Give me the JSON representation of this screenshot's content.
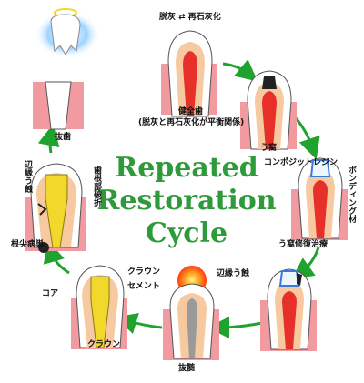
{
  "title": {
    "line1": "Repeated",
    "line2": "Restoration",
    "line3": "Cycle"
  },
  "top": {
    "caption": "脱灰 ⇄ 再石灰化",
    "healthy": "健全歯",
    "healthy_sub": "(脱灰と再石灰化が平衡関係)"
  },
  "stage_caries": "う窩",
  "stage_resin": {
    "material": "コンポジットレジン",
    "bonding": "ボンディング材",
    "caption": "う窩修復治療"
  },
  "stage_marginal": "辺縁う蝕",
  "stage_pulp": "抜髄",
  "stage_crown": {
    "crown": "クラウン",
    "cement": "セメント",
    "core": "コア",
    "caption": "クラウン"
  },
  "stage_root": {
    "marginal": "辺縁う蝕",
    "fracture": "歯根部破折",
    "lesion": "根尖病巣"
  },
  "stage_extract": "抜歯",
  "colors": {
    "arrow": "#1fa32e",
    "title": "#2e9a3a",
    "pulp": "#e8302a",
    "dentin": "#f6c9a0",
    "gum": "#f19aa0",
    "crown_gold": "#f2d82b"
  }
}
